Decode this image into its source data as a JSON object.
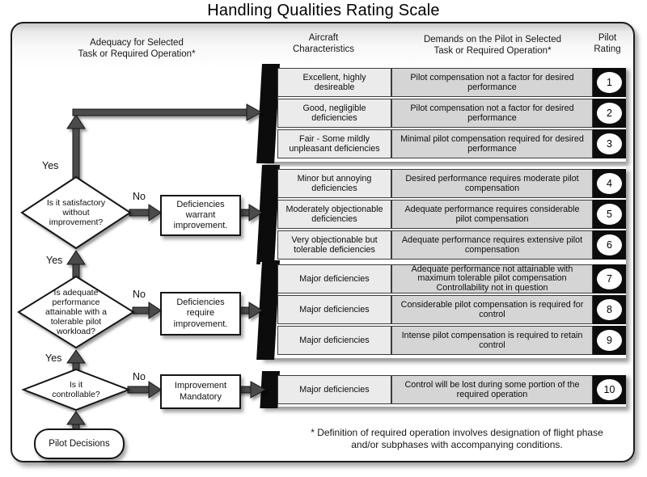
{
  "title": "Handling Qualities Rating Scale",
  "headers": {
    "adequacy": "Adequacy for Selected\nTask or Required  Operation*",
    "aircraft": "Aircraft\nCharacteristics",
    "demands": "Demands on the Pilot in Selected\nTask or Required Operation*",
    "rating": "Pilot\nRating"
  },
  "groups": [
    {
      "rows": [
        {
          "characteristics": "Excellent, highly\ndesireable",
          "demands": "Pilot compensation not a factor for desired\nperformance",
          "rating": "1"
        },
        {
          "characteristics": "Good, negligible\ndeficiencies",
          "demands": "Pilot compensation not a factor for desired\nperformance",
          "rating": "2"
        },
        {
          "characteristics": "Fair - Some mildly\nunpleasant deficiencies",
          "demands": "Minimal pilot compensation required for desired\nperformance",
          "rating": "3"
        }
      ]
    },
    {
      "rows": [
        {
          "characteristics": "Minor but annoying\ndeficiencies",
          "demands": "Desired performance requires moderate pilot\ncompensation",
          "rating": "4"
        },
        {
          "characteristics": "Moderately objectionable\ndeficiencies",
          "demands": "Adequate performance requires considerable\npilot compensation",
          "rating": "5"
        },
        {
          "characteristics": "Very objectionable but\ntolerable deficiencies",
          "demands": "Adequate performance requires extensive pilot\ncompensation",
          "rating": "6"
        }
      ]
    },
    {
      "rows": [
        {
          "characteristics": "Major deficiencies",
          "demands": "Adequate performance not attainable with\nmaximum tolerable pilot compensation\nControllability not in question",
          "rating": "7"
        },
        {
          "characteristics": "Major deficiencies",
          "demands": "Considerable pilot compensation is required for\ncontrol",
          "rating": "8"
        },
        {
          "characteristics": "Major deficiencies",
          "demands": "Intense pilot compensation is required to retain\ncontrol",
          "rating": "9"
        }
      ]
    },
    {
      "rows": [
        {
          "characteristics": "Major deficiencies",
          "demands": "Control will be lost during some portion of the\nrequired operation",
          "rating": "10"
        }
      ]
    }
  ],
  "flowchart": {
    "start": "Pilot Decisions",
    "decisions": [
      {
        "question": "Is it satisfactory\nwithout\nimprovement?",
        "yes_label": "Yes",
        "no_label": "No",
        "action": "Deficiencies\nwarrant\nimprovement."
      },
      {
        "question": "Is adequate\nperformance\nattainable with a\ntolerable pilot\nworkload?",
        "yes_label": "Yes",
        "no_label": "No",
        "action": "Deficiencies\nrequire\nimprovement."
      },
      {
        "question": "Is it\ncontrollable?",
        "yes_label": "Yes",
        "no_label": "No",
        "action": "Improvement\nMandatory"
      }
    ]
  },
  "footnote": "* Definition of required operation involves designation of flight phase\nand/or subphases with accompanying conditions.",
  "colors": {
    "cell_characteristics": "#ebebeb",
    "cell_demands": "#d5d5d5",
    "bracket_black": "#0c0c0c",
    "arrow_gray": "#4c4c4c",
    "background": "#ffffff"
  }
}
